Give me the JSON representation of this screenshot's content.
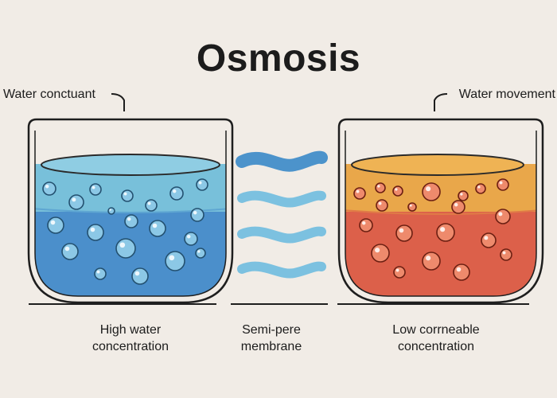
{
  "title": "Osmosis",
  "callouts": {
    "left": "Water conctuant",
    "right": "Water movement"
  },
  "captions": {
    "left": [
      "High water",
      "concentration"
    ],
    "middle": [
      "Semi-pere",
      "membrane"
    ],
    "right": [
      "Low corrneable",
      "concentration"
    ]
  },
  "colors": {
    "background": "#f1ece6",
    "left_solution_top": "#78c0da",
    "left_solution_bottom": "#4b8fcb",
    "right_solution_top": "#e9a74a",
    "right_solution_bottom": "#dc604a",
    "wave": "#7cc1e0",
    "wave_top": "#4c93cb",
    "outline": "#1e1e1e"
  },
  "icons": {
    "left_beaker": "beaker-icon",
    "right_beaker": "beaker-icon",
    "membrane": "wave-icon"
  }
}
